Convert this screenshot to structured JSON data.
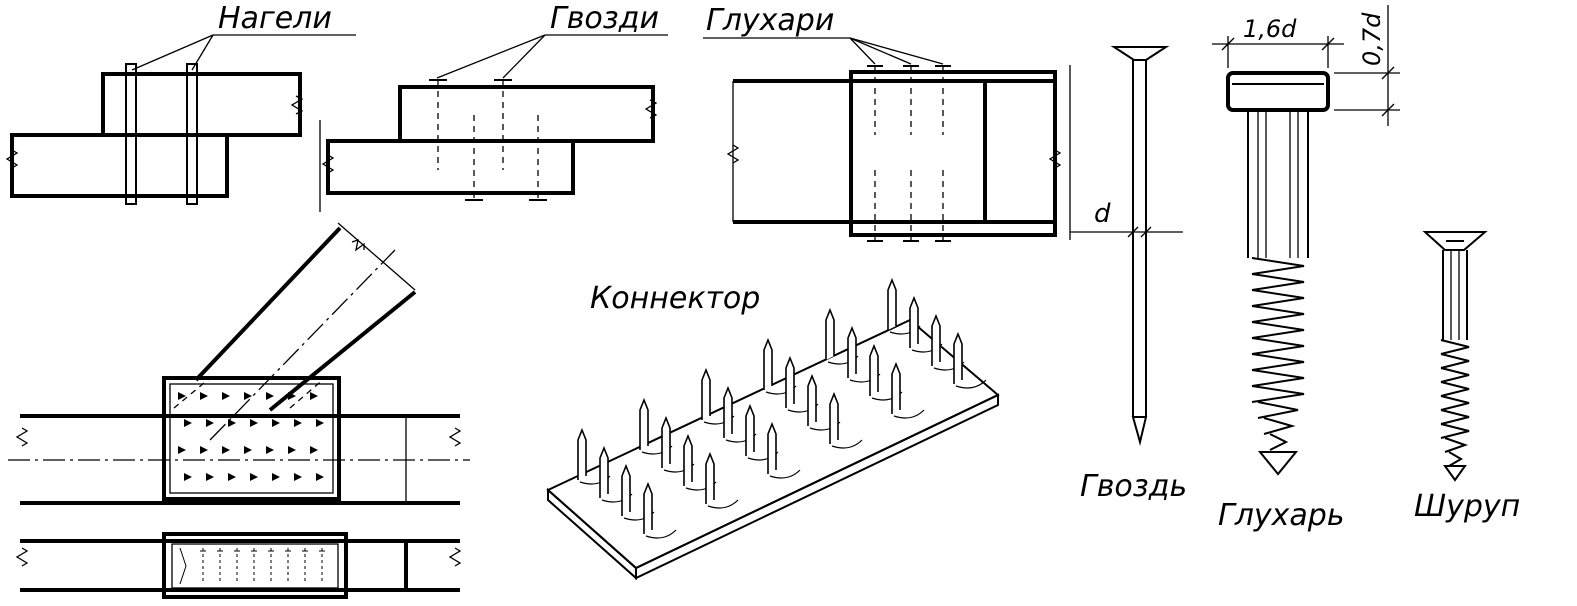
{
  "labels": {
    "dowels": "Нагели",
    "nails": "Гвозди",
    "lag_bolts": "Глухари",
    "connector": "Коннектор",
    "nail": "Гвоздь",
    "lag_bolt": "Глухарь",
    "screw": "Шуруп"
  },
  "dimensions": {
    "head_width": "1,6d",
    "head_height": "0,7d",
    "diameter": "d"
  }
}
